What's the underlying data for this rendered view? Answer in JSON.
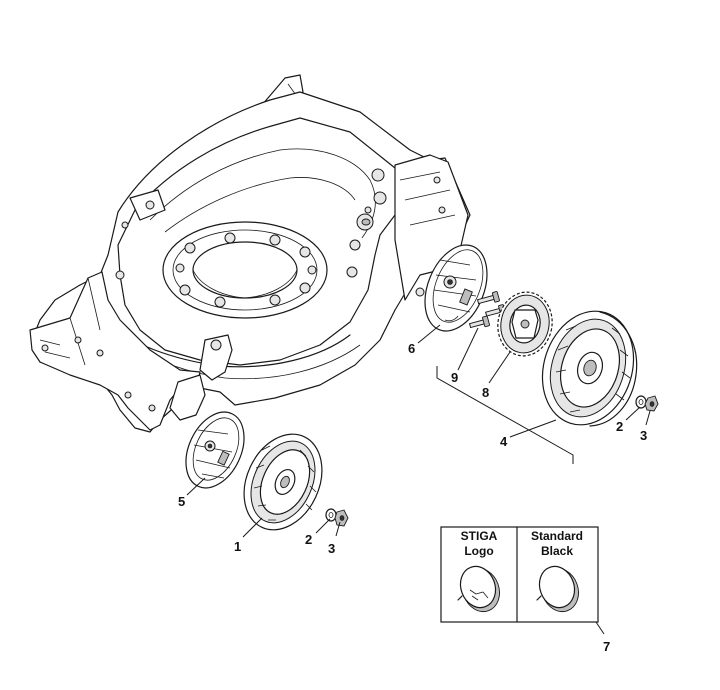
{
  "callouts": {
    "part_1": "1",
    "part_2a": "2",
    "part_3a": "3",
    "part_2b": "2",
    "part_3b": "3",
    "part_4": "4",
    "part_5": "5",
    "part_6": "6",
    "part_7": "7",
    "part_8": "8",
    "part_9": "9"
  },
  "options_box": {
    "left_line1": "STIGA",
    "left_line2": "Logo",
    "right_line1": "Standard",
    "right_line2": "Black"
  }
}
